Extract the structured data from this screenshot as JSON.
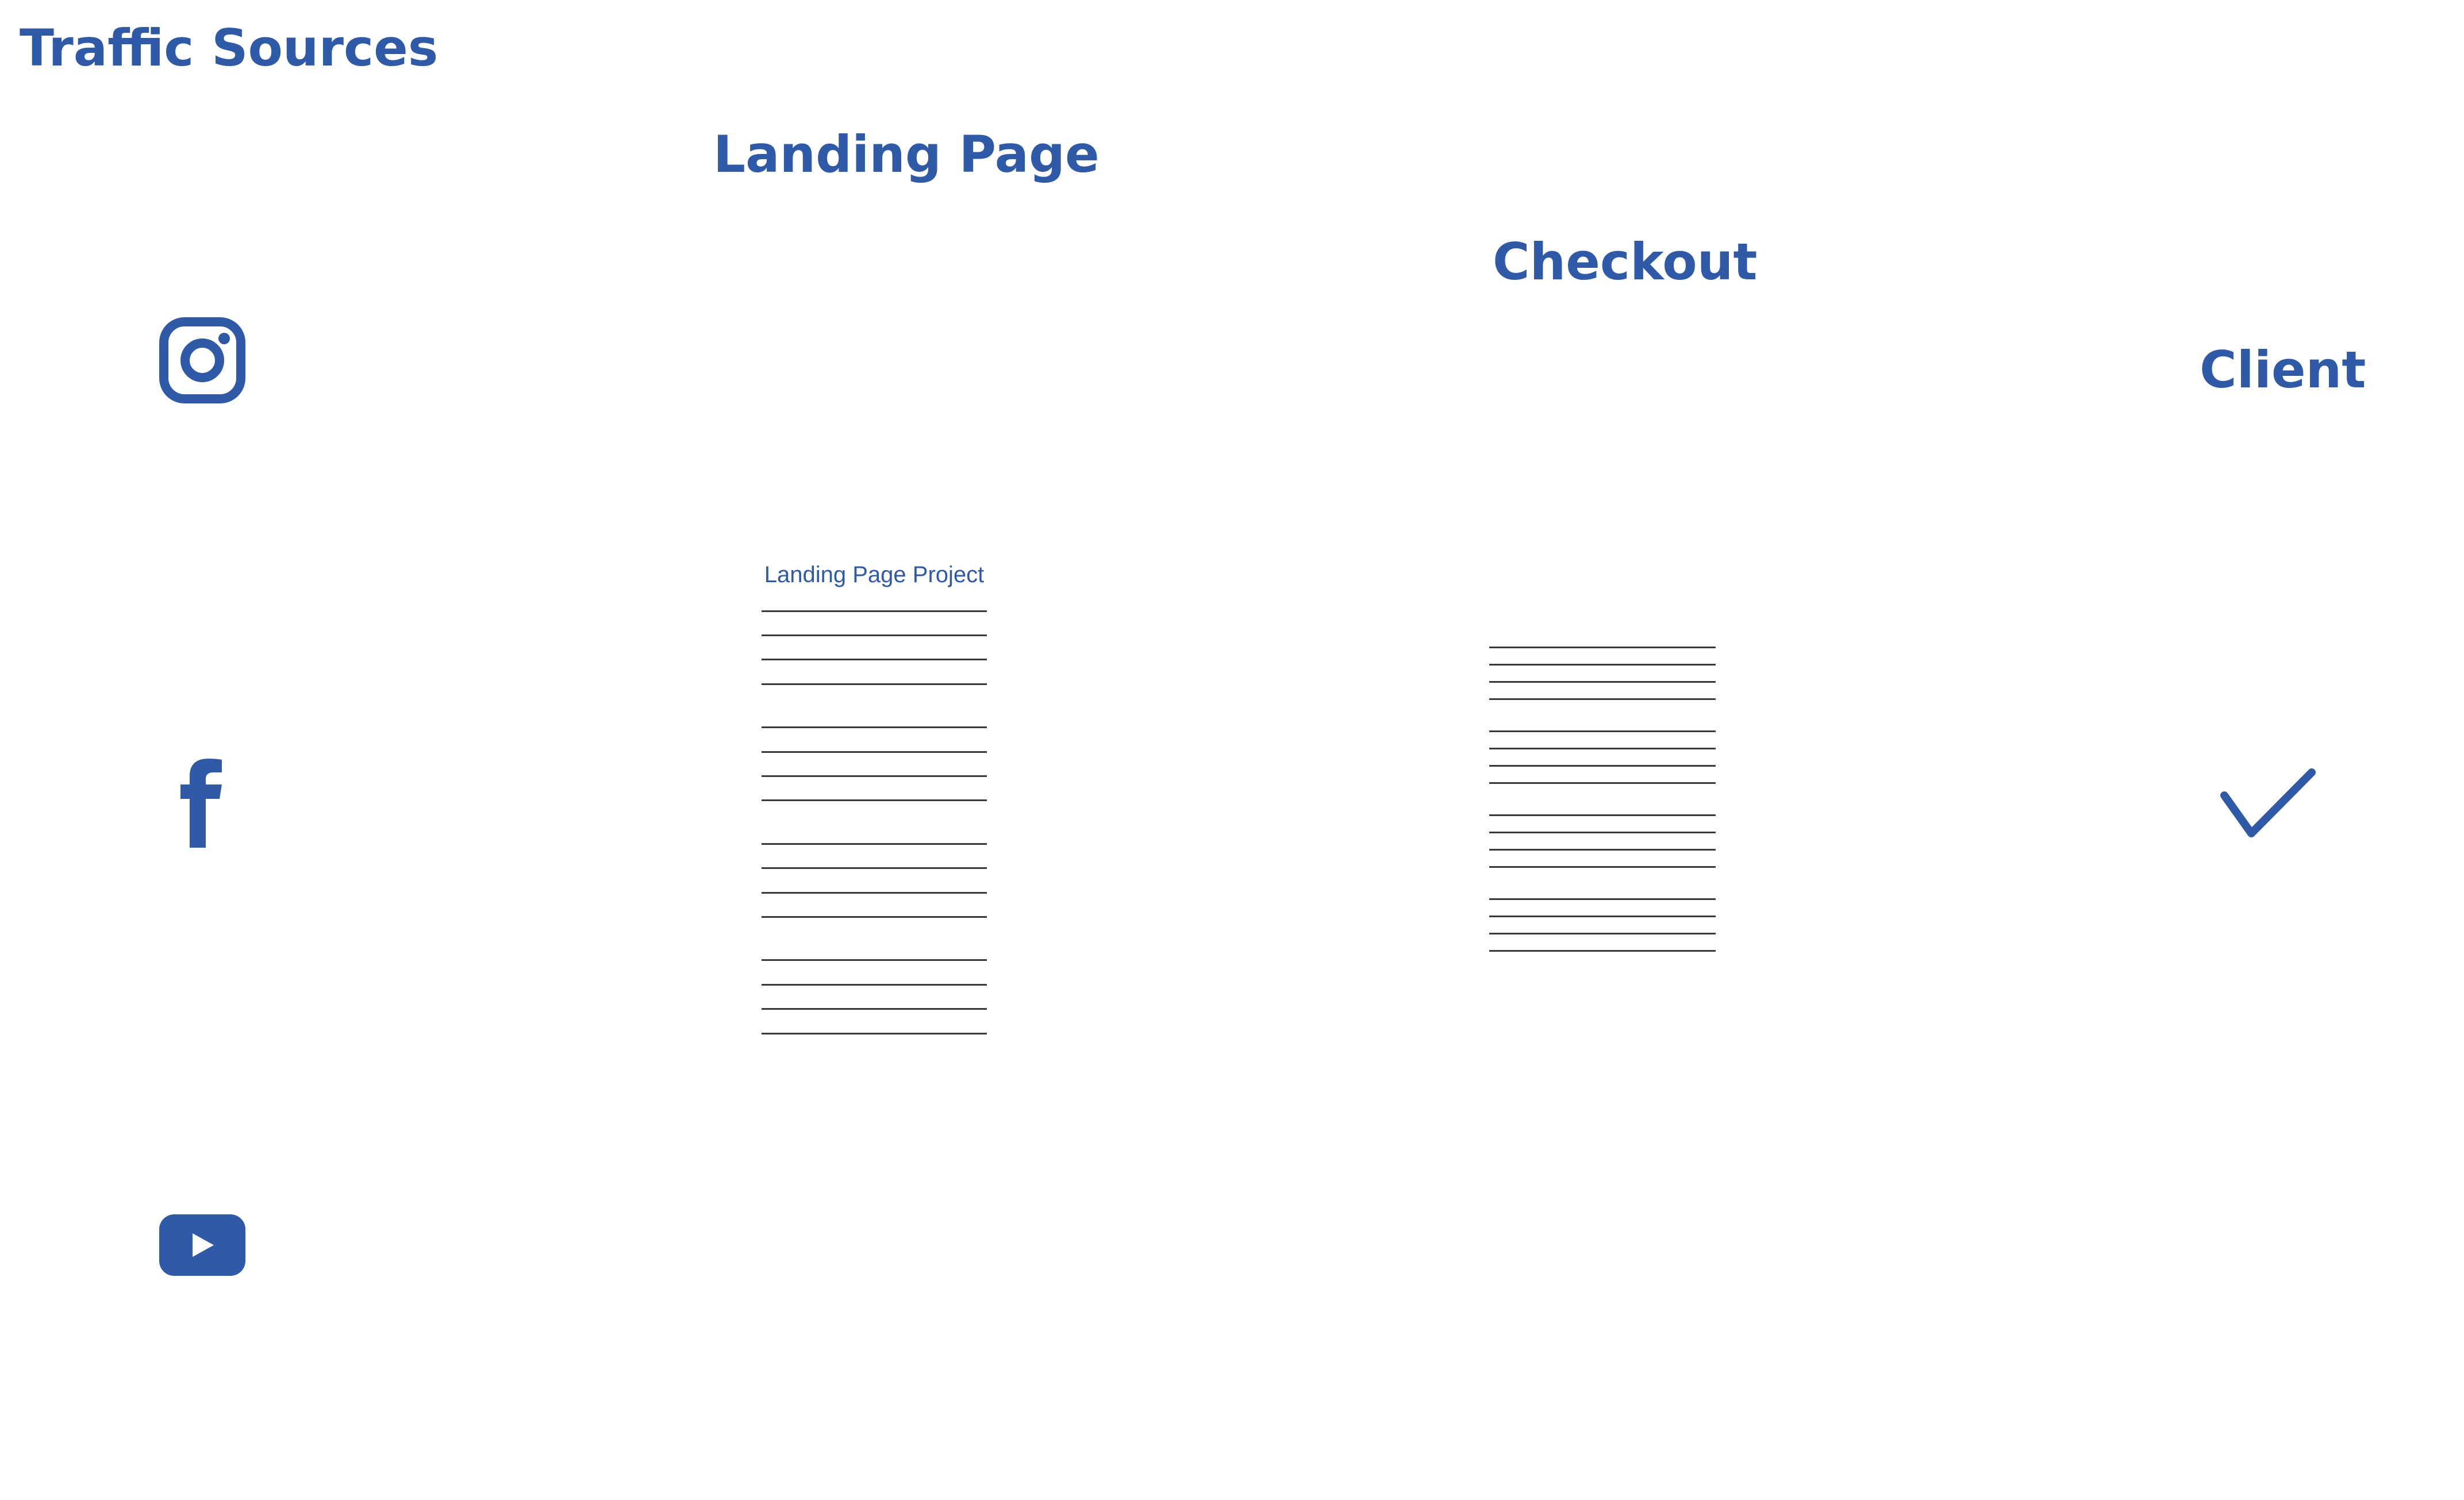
{
  "headings": {
    "traffic_sources": "Traffic Sources",
    "landing_page": "Landing Page",
    "checkout": "Checkout",
    "client": "Client"
  },
  "landing_document": {
    "title": "Landing Page Project"
  },
  "icons": {
    "traffic_sources": [
      "instagram-icon",
      "facebook-icon",
      "youtube-icon"
    ],
    "client": "checkmark-icon"
  },
  "colors": {
    "accent": "#2f5aa8",
    "lines": "#3a3a3a",
    "background": "#ffffff"
  }
}
